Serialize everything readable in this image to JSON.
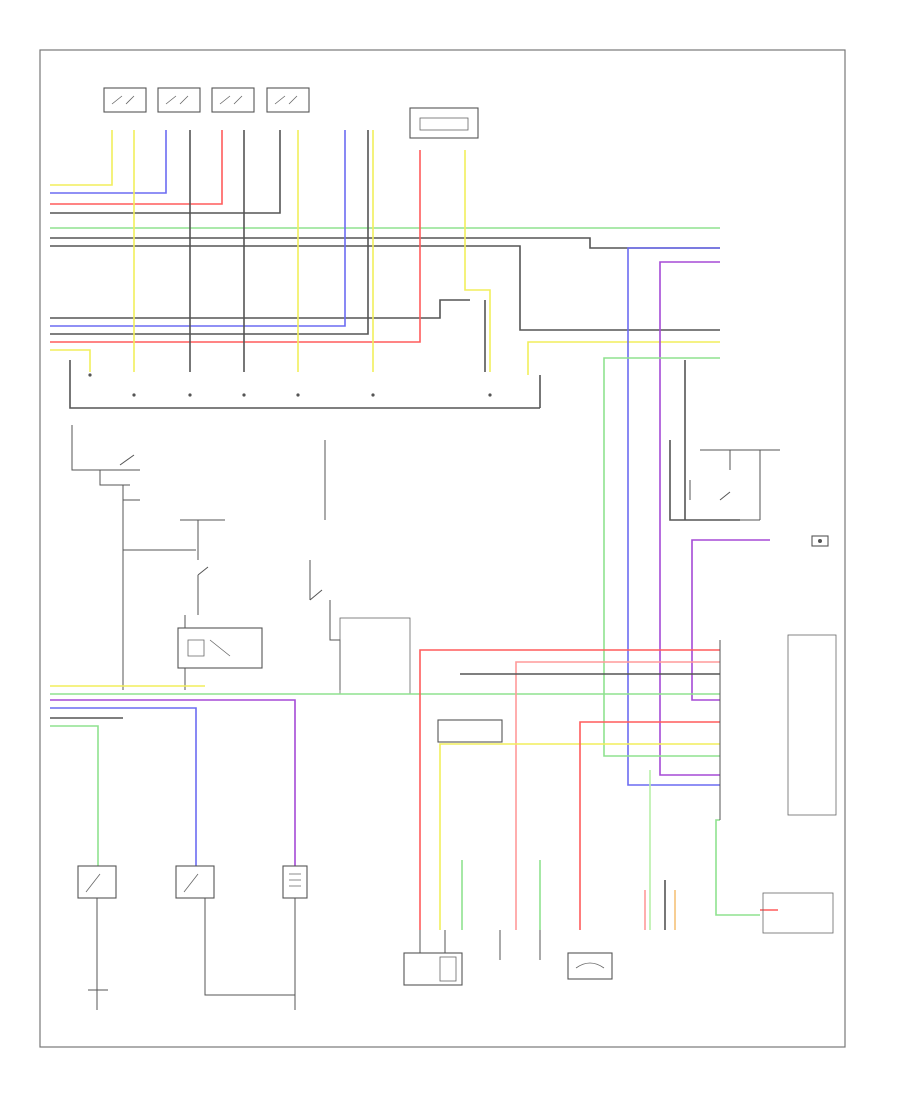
{
  "colors": {
    "frame": "#777777",
    "black": "#555555",
    "red": "#ff5c5c",
    "yellow": "#f2ee5c",
    "blue": "#6c6cf2",
    "green": "#8fe28f",
    "purple": "#a54ad6",
    "pink": "#ff9a9a",
    "light_green": "#b7f0a8",
    "orange": "#f5c27a"
  },
  "diagram": {
    "components": [
      {
        "id": "switch-1",
        "icon": "switch-icon"
      },
      {
        "id": "switch-2",
        "icon": "switch-icon"
      },
      {
        "id": "switch-3",
        "icon": "switch-icon"
      },
      {
        "id": "switch-4",
        "icon": "switch-icon"
      },
      {
        "id": "control-module-top",
        "icon": "module-icon"
      },
      {
        "id": "ignition-switch",
        "icon": "switch-icon"
      },
      {
        "id": "relay-center",
        "icon": "relay-icon"
      },
      {
        "id": "sensor-left-1",
        "icon": "sensor-icon"
      },
      {
        "id": "sensor-left-2",
        "icon": "sensor-icon"
      },
      {
        "id": "sensor-left-3",
        "icon": "sensor-icon"
      },
      {
        "id": "sensor-bottom-1",
        "icon": "sensor-icon"
      },
      {
        "id": "sensor-bottom-2",
        "icon": "sensor-icon"
      },
      {
        "id": "sensor-bottom-3",
        "icon": "sensor-icon"
      },
      {
        "id": "right-connector",
        "icon": "connector-icon"
      }
    ]
  }
}
